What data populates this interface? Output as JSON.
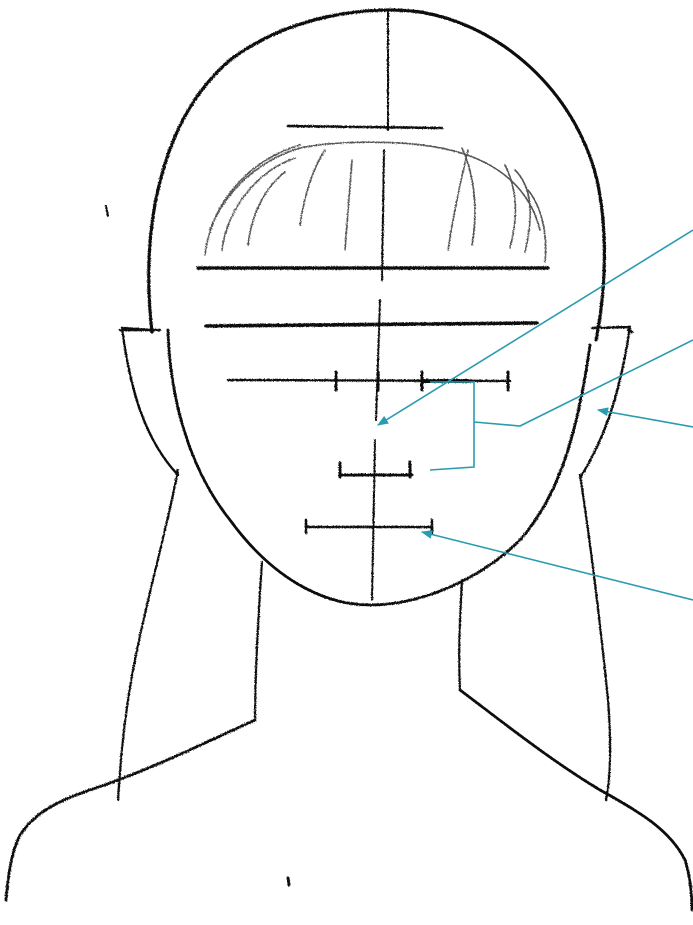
{
  "colors": {
    "sketch": "#111111",
    "sketch_light": "#555555",
    "annotation": "#2a9bb0",
    "background": "#ffffff"
  },
  "annotations": [
    {
      "name": "center-line-pointer",
      "kind": "arrow"
    },
    {
      "name": "nose-range-pointer",
      "kind": "bracket"
    },
    {
      "name": "jaw-pointer",
      "kind": "arrow"
    },
    {
      "name": "mouth-pointer",
      "kind": "arrow"
    }
  ]
}
